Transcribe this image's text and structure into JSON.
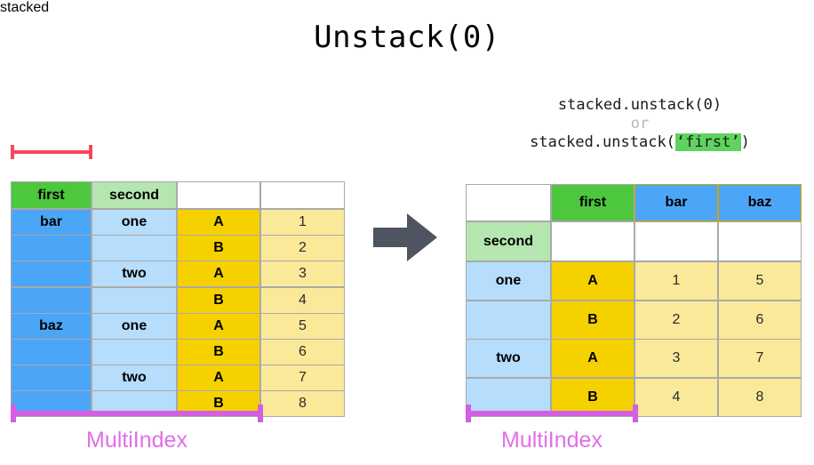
{
  "title": "Unstack(0)",
  "arrow": {
    "icon": "right-arrow-icon",
    "color": "#4f5560"
  },
  "left": {
    "caption": "stacked",
    "red_bracket": {
      "label": "",
      "color": "#f8475a",
      "spans": "first-column"
    },
    "header": [
      "first",
      "second",
      "",
      ""
    ],
    "rows": [
      [
        "bar",
        "one",
        "A",
        "1"
      ],
      [
        "",
        "",
        "B",
        "2"
      ],
      [
        "",
        "two",
        "A",
        "3"
      ],
      [
        "",
        "",
        "B",
        "4"
      ],
      [
        "baz",
        "one",
        "A",
        "5"
      ],
      [
        "",
        "",
        "B",
        "6"
      ],
      [
        "",
        "two",
        "A",
        "7"
      ],
      [
        "",
        "",
        "B",
        "8"
      ]
    ],
    "multiindex_label": "MultiIndex"
  },
  "right": {
    "code_line_1": "stacked.unstack(0)",
    "code_or": "or",
    "code_line_3_prefix": "stacked.unstack(",
    "code_line_3_highlight": "‘first’",
    "code_line_3_suffix": ")",
    "highlight_color": "#5fd35f",
    "header_row_1": [
      "",
      "first",
      "bar",
      "baz"
    ],
    "header_row_2": [
      "second",
      "",
      "",
      ""
    ],
    "rows": [
      [
        "one",
        "A",
        "1",
        "5"
      ],
      [
        "",
        "B",
        "2",
        "6"
      ],
      [
        "two",
        "A",
        "3",
        "7"
      ],
      [
        "",
        "B",
        "4",
        "8"
      ]
    ],
    "multiindex_label": "MultiIndex"
  },
  "palette": {
    "green": "#4cc73e",
    "light_green": "#b5e6b0",
    "blue": "#4ca6f7",
    "light_blue": "#b6ddfb",
    "gold": "#f5d100",
    "light_gold": "#fbe99a",
    "magenta": "#d45fe0",
    "red": "#f8475a",
    "arrow_gray": "#4f5560"
  }
}
